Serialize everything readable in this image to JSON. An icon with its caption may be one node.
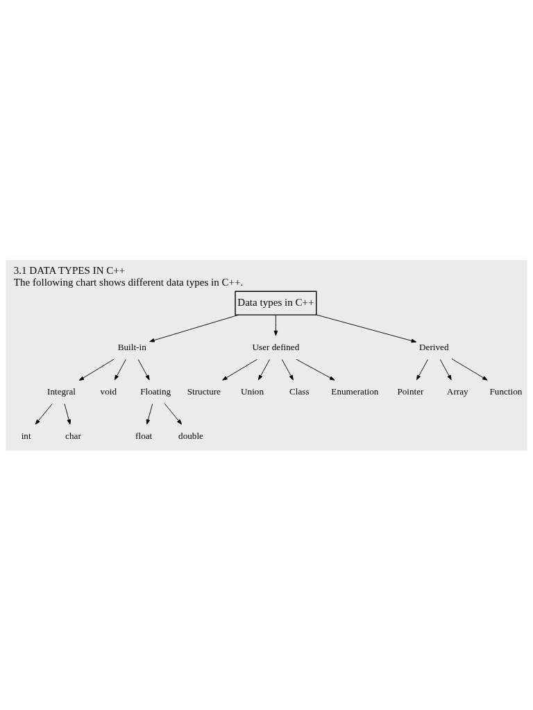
{
  "diagram": {
    "title": "3.1 DATA TYPES IN C++",
    "caption": "The following chart shows different data types in C++.",
    "nodes": [
      {
        "text": [
          "Data types in C++"
        ]
      },
      {
        "text": [
          "Built-in"
        ]
      },
      {
        "text": [
          "User defined"
        ]
      },
      {
        "text": [
          "Derived"
        ]
      },
      {
        "text": [
          "Integral"
        ]
      },
      {
        "text": [
          "void"
        ]
      },
      {
        "text": [
          "Floating"
        ]
      },
      {
        "text": [
          "int"
        ]
      },
      {
        "text": [
          "char"
        ]
      },
      {
        "text": [
          "float"
        ]
      },
      {
        "text": [
          "double"
        ]
      },
      {
        "text": [
          "Structure"
        ]
      },
      {
        "text": [
          "Union"
        ]
      },
      {
        "text": [
          "Class"
        ]
      },
      {
        "text": [
          "Enumeration"
        ]
      },
      {
        "text": [
          "Pointer"
        ]
      },
      {
        "text": [
          "Array"
        ]
      },
      {
        "text": [
          "Function"
        ]
      }
    ],
    "edges": [
      {
        "from": 0,
        "to": 1,
        "arrow": "to"
      },
      {
        "from": 0,
        "to": 2,
        "arrow": "to"
      },
      {
        "from": 0,
        "to": 3,
        "arrow": "to"
      },
      {
        "from": 1,
        "to": 4,
        "arrow": "to"
      },
      {
        "from": 1,
        "to": 6,
        "arrow": "to"
      },
      {
        "from": 1,
        "to": 5,
        "arrow": "to"
      },
      {
        "from": 4,
        "to": 7,
        "arrow": "to"
      },
      {
        "from": 4,
        "to": 8,
        "arrow": "to"
      },
      {
        "from": 6,
        "to": 9,
        "arrow": "to"
      },
      {
        "from": 6,
        "to": 10,
        "arrow": "to"
      },
      {
        "from": 2,
        "to": 11,
        "arrow": "to"
      },
      {
        "from": 2,
        "to": 12,
        "arrow": "to"
      },
      {
        "from": 2,
        "to": 13,
        "arrow": "to"
      },
      {
        "from": 2,
        "to": 14,
        "arrow": "to"
      },
      {
        "from": 3,
        "to": 15,
        "arrow": "to"
      },
      {
        "from": 3,
        "to": 16,
        "arrow": "to"
      },
      {
        "from": 3,
        "to": 17,
        "arrow": "to"
      }
    ]
  }
}
